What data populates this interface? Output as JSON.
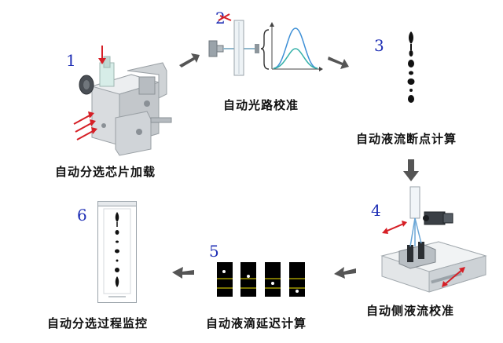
{
  "steps": [
    {
      "number": "1",
      "label": "自动分选芯片加载"
    },
    {
      "number": "2",
      "label": "自动光路校准"
    },
    {
      "number": "3",
      "label": "自动液流断点计算"
    },
    {
      "number": "4",
      "label": "自动侧液流校准"
    },
    {
      "number": "5",
      "label": "自动液滴延迟计算"
    },
    {
      "number": "6",
      "label": "自动分选过程监控"
    }
  ],
  "colors": {
    "step_number": "#1f2fb5",
    "flow_arrow": "#555555",
    "accent_arrow": "#d61f26",
    "laser": "#e04040",
    "curve_blue": "#3d8fd6",
    "curve_teal": "#33b0a8",
    "droplet": "#111111",
    "frame_bg": "#000000",
    "frame_line": "#f2e600"
  },
  "icons": {
    "flow_arrow": "gray-thick-arrow-icon",
    "input_arrow": "red-arrow-icon"
  }
}
